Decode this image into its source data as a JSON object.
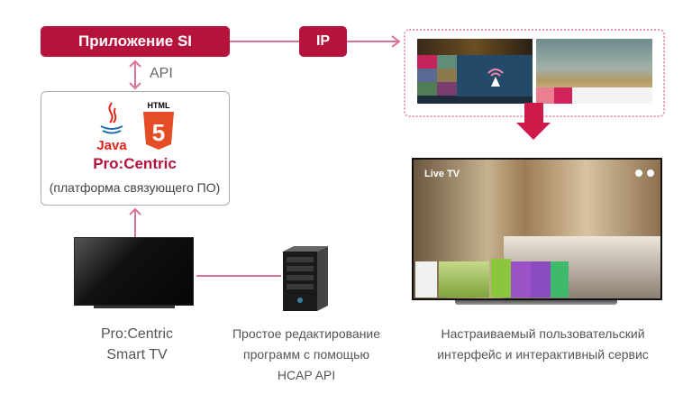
{
  "si_app": {
    "label": "Приложение SI"
  },
  "ip": {
    "label": "IP"
  },
  "api": {
    "label": "API"
  },
  "platform": {
    "java_label": "Java",
    "html_label": "HTML",
    "html_version": "5",
    "brand": "Pro:Centric",
    "subtitle": "(платформа связующего ПО)"
  },
  "smart_tv": {
    "line1": "Pro:Centric",
    "line2": "Smart TV"
  },
  "server": {
    "line1": "Простое редактирование",
    "line2": "программ с помощью",
    "line3": "HCAP API"
  },
  "custom_ui": {
    "line1": "Настраиваемый пользовательский",
    "line2": "интерфейс и интерактивный сервис",
    "screen_label": "Live TV"
  },
  "colors": {
    "accent": "#b5123c",
    "connector": "#d97393",
    "text": "#555555"
  }
}
